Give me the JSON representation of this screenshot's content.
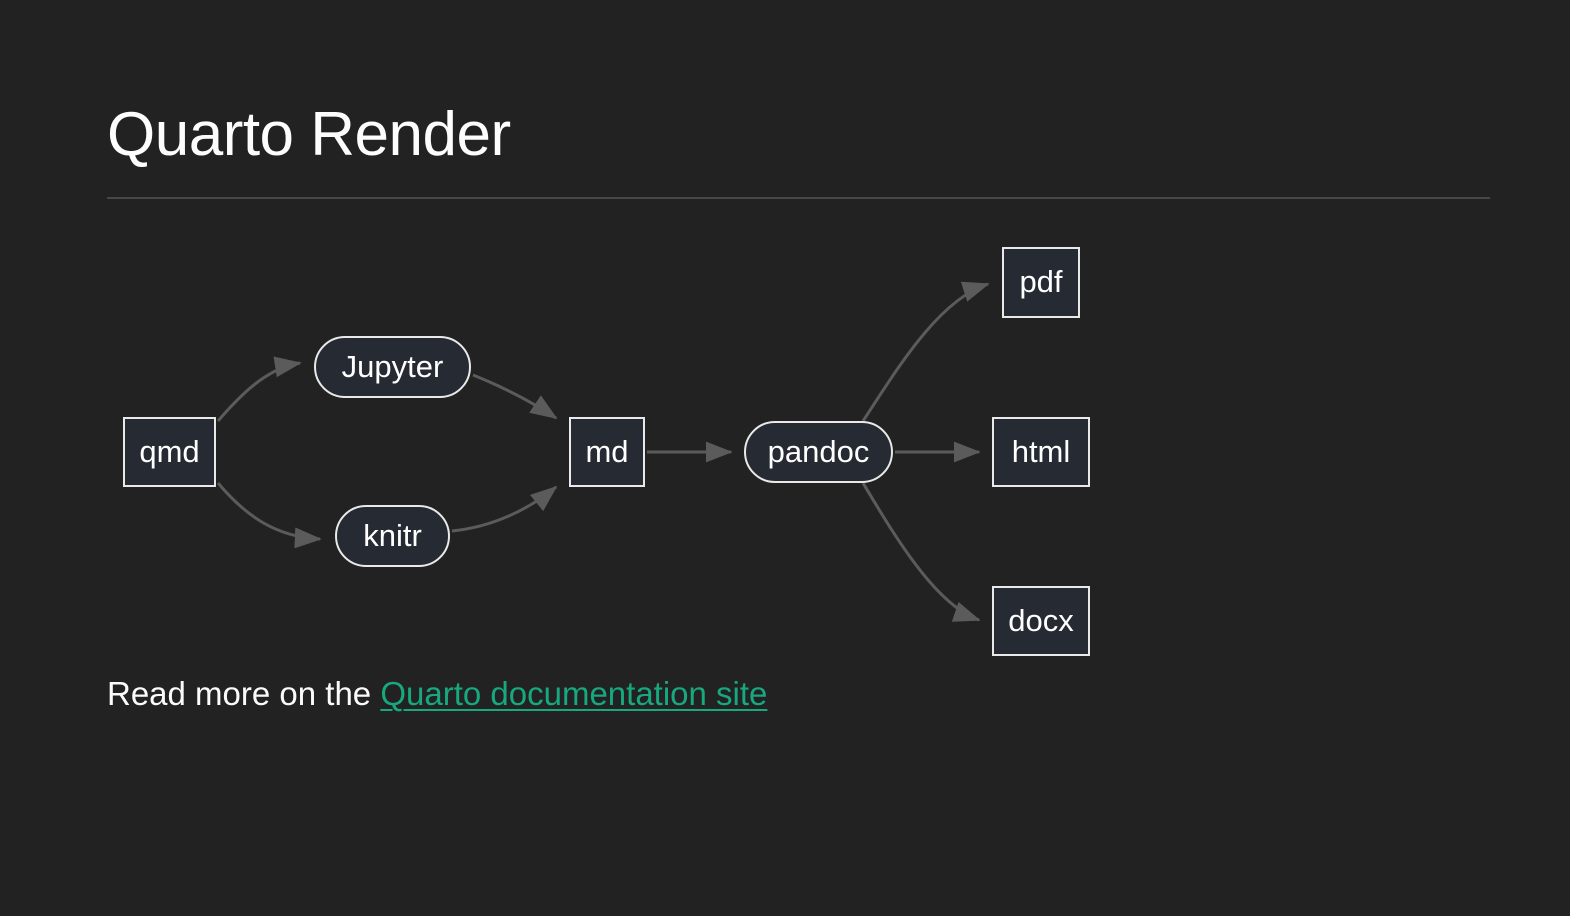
{
  "slide": {
    "title": "Quarto Render",
    "background_color": "#222222",
    "text_color": "#fdfdfd",
    "link_color": "#17a87d",
    "rule_color": "#474747"
  },
  "diagram": {
    "type": "flowchart",
    "direction": "left-to-right",
    "node_fill": "#262b33",
    "node_border": "#e9e9e9",
    "edge_color": "#5b5b5b",
    "nodes": [
      {
        "id": "qmd",
        "label": "qmd",
        "shape": "rect"
      },
      {
        "id": "jupyter",
        "label": "Jupyter",
        "shape": "stadium"
      },
      {
        "id": "knitr",
        "label": "knitr",
        "shape": "stadium"
      },
      {
        "id": "md",
        "label": "md",
        "shape": "rect"
      },
      {
        "id": "pandoc",
        "label": "pandoc",
        "shape": "stadium"
      },
      {
        "id": "pdf",
        "label": "pdf",
        "shape": "rect"
      },
      {
        "id": "html",
        "label": "html",
        "shape": "rect"
      },
      {
        "id": "docx",
        "label": "docx",
        "shape": "rect"
      }
    ],
    "edges": [
      {
        "from": "qmd",
        "to": "jupyter"
      },
      {
        "from": "qmd",
        "to": "knitr"
      },
      {
        "from": "jupyter",
        "to": "md"
      },
      {
        "from": "knitr",
        "to": "md"
      },
      {
        "from": "md",
        "to": "pandoc"
      },
      {
        "from": "pandoc",
        "to": "pdf"
      },
      {
        "from": "pandoc",
        "to": "html"
      },
      {
        "from": "pandoc",
        "to": "docx"
      }
    ]
  },
  "footer": {
    "lead_text": "Read more on the ",
    "link_text": "Quarto documentation site"
  }
}
